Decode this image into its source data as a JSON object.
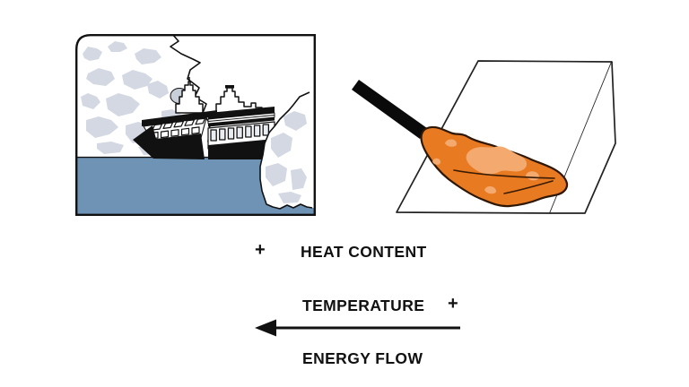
{
  "diagram": {
    "description": "Concept diagram comparing heat content and temperature with direction of energy flow",
    "labels": {
      "heat_plus": "+",
      "heat_content": "HEAT CONTENT",
      "temperature": "TEMPERATURE",
      "temperature_plus": "+",
      "energy_flow": "ENERGY FLOW"
    },
    "arrow": {
      "direction": "left"
    },
    "illustrations": {
      "left": "cruise ship in icy glacier bay (large heat content, low temperature)",
      "right": "red-hot iron on white slab (high temperature, small heat content)"
    }
  },
  "colors": {
    "water": "#6e93b5",
    "ice": "#d3d8e3",
    "hot": "#e87a22",
    "hot_light": "#f4aa6e",
    "ink": "#111111"
  }
}
